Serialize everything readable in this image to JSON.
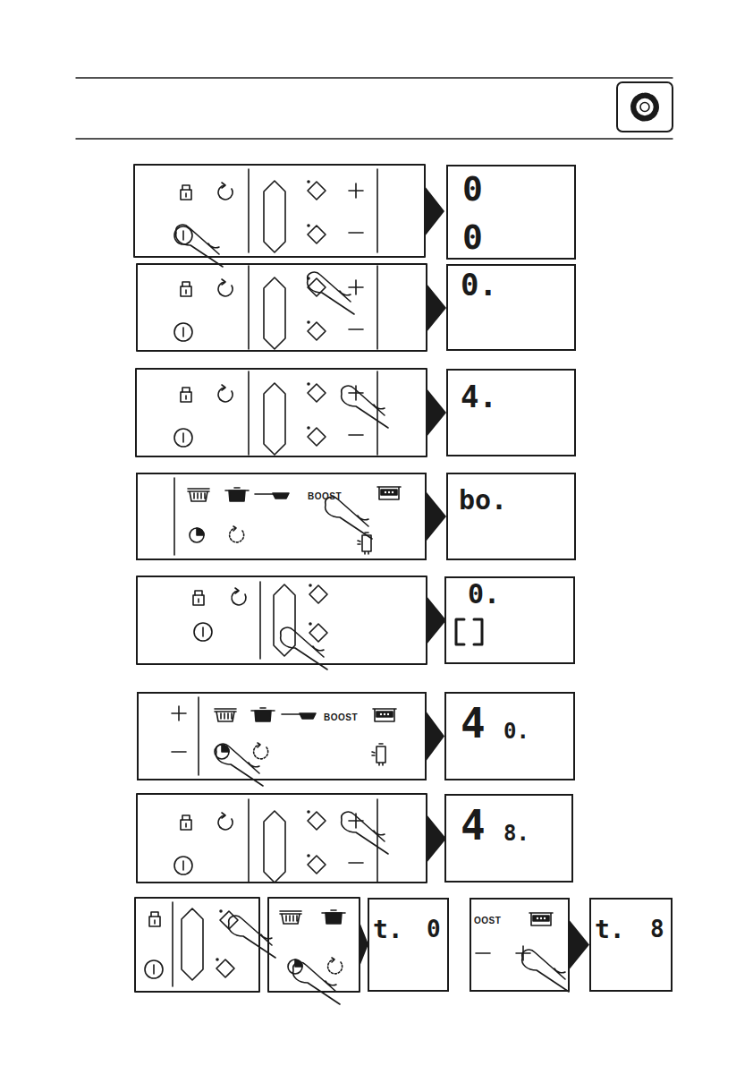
{
  "diagram": {
    "nodes": [
      {
        "text": [
          "0",
          "0"
        ]
      },
      {
        "text": [
          "0."
        ]
      },
      {
        "text": [
          "4."
        ]
      },
      {
        "text": [
          "BOOST"
        ]
      },
      {
        "text": [
          "bo."
        ]
      },
      {
        "text": [
          "0."
        ]
      },
      {
        "text": [
          "BOOST"
        ]
      },
      {
        "text": [
          "4",
          "0."
        ]
      },
      {
        "text": [
          "4",
          "8."
        ]
      },
      {
        "text": [
          "t.",
          "0"
        ]
      },
      {
        "text": [
          "OOST"
        ]
      },
      {
        "text": [
          "t.",
          "8"
        ]
      }
    ],
    "edges": [
      {
        "from": 3,
        "to": 4,
        "arrow": "to"
      },
      {
        "from": 6,
        "to": 7,
        "arrow": "to"
      },
      {
        "from": 10,
        "to": 11,
        "arrow": "to"
      }
    ]
  }
}
